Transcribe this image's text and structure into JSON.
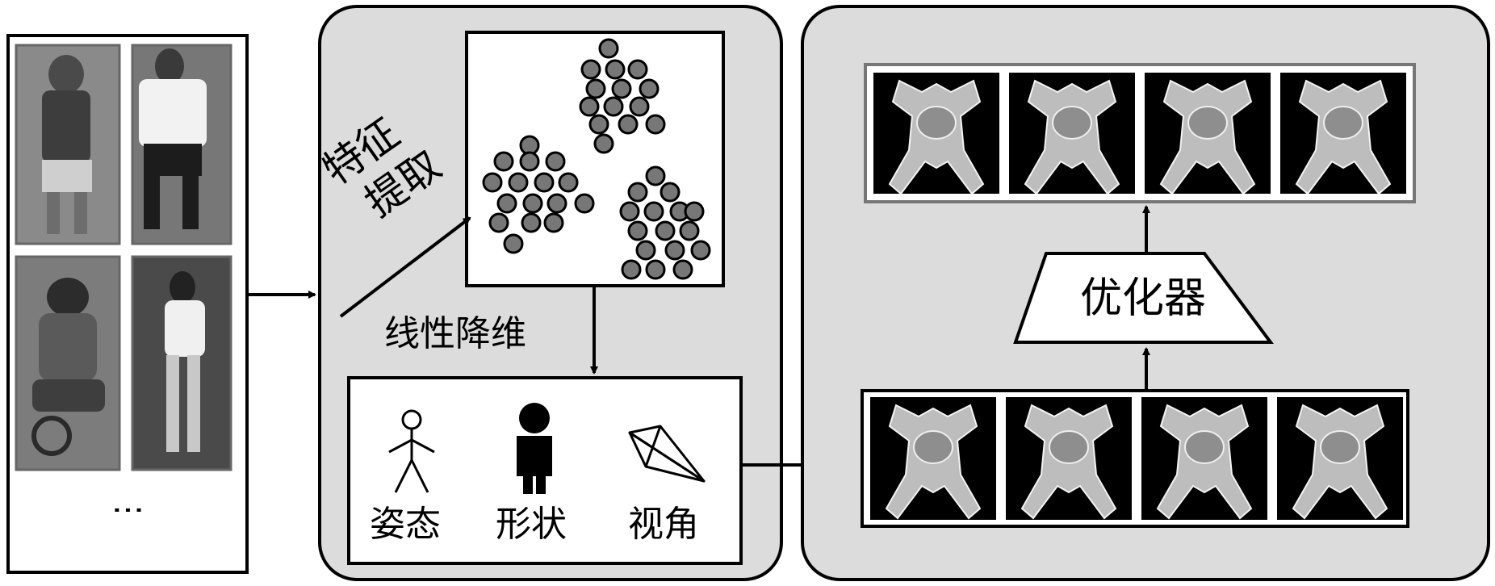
{
  "input_panel": {
    "ellipsis": "⋮"
  },
  "feature_panel": {
    "extract_label_line1": "特征",
    "extract_label_line2": "提取",
    "reduce_label": "线性降维",
    "attributes": [
      {
        "icon": "stick-figure-icon",
        "label": "姿态"
      },
      {
        "icon": "body-silhouette-icon",
        "label": "形状"
      },
      {
        "icon": "view-cone-icon",
        "label": "视角"
      }
    ]
  },
  "generation_panel": {
    "optimizer_label": "优化器"
  },
  "colors": {
    "panel_fill": "#dcdcdc",
    "dot_fill": "#777777",
    "stroke": "#000000",
    "pattern_bg": "#000000"
  }
}
